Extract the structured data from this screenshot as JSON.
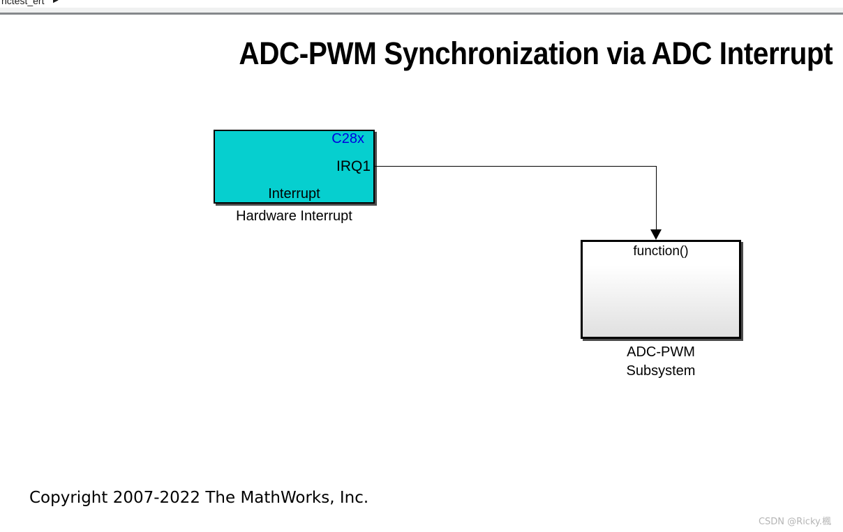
{
  "breadcrumb": {
    "model_name": "hctest_ert",
    "separator": "▶"
  },
  "canvas": {
    "title": "ADC-PWM Synchronization via ADC Interrupt",
    "blocks": {
      "hardware_interrupt": {
        "chip_label": "C28x",
        "port_label": "IRQ1",
        "block_text": "Interrupt",
        "name": "Hardware Interrupt",
        "fill_color": "#06cfcf",
        "chip_label_color": "#0000e0",
        "border_color": "#000000"
      },
      "adc_pwm_subsystem": {
        "trigger_label": "function()",
        "name_line1": "ADC-PWM",
        "name_line2": "Subsystem",
        "border_color": "#000000"
      }
    },
    "copyright": "Copyright 2007-2022 The MathWorks, Inc.",
    "watermark": "CSDN @Ricky.楓"
  }
}
